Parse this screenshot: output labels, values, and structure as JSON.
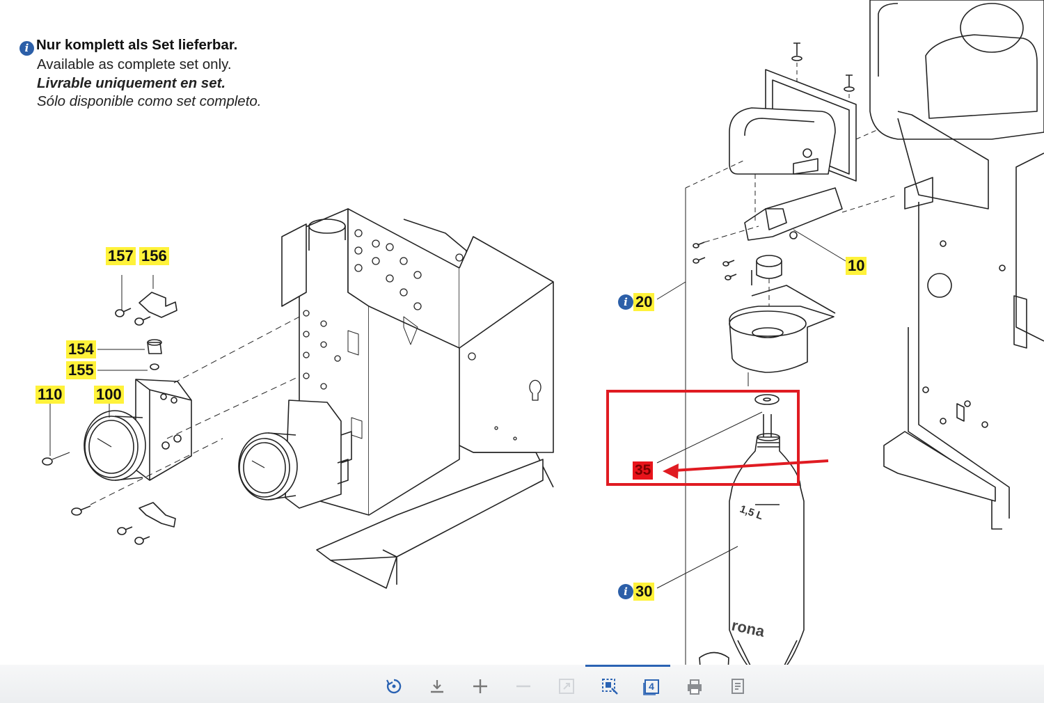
{
  "note": {
    "lines": [
      "Nur komplett als Set lieferbar.",
      "Available as complete set only.",
      "Livrable uniquement en set.",
      "Sólo disponible como set completo."
    ]
  },
  "callouts": {
    "c157": "157",
    "c156": "156",
    "c154": "154",
    "c155": "155",
    "c110": "110",
    "c100": "100",
    "c10": "10",
    "c20": "20",
    "c30": "30",
    "c35": "35"
  },
  "bottle": {
    "volume_label": "1,5 L",
    "brand_text": "rona"
  },
  "info_glyph": "i",
  "toolbar": {
    "page_number": "4",
    "tools": [
      "rotate-icon",
      "download-icon",
      "zoom-in-icon",
      "zoom-out-icon",
      "fit-page-icon",
      "select-area-icon",
      "page-view-icon",
      "print-icon",
      "notes-icon"
    ]
  },
  "colors": {
    "callout_yellow": "#fff23a",
    "callout_red": "#e8141b",
    "highlight_box": "#e01b22",
    "info_blue": "#2c5fa8",
    "toolbar_accent": "#2b63b3"
  }
}
